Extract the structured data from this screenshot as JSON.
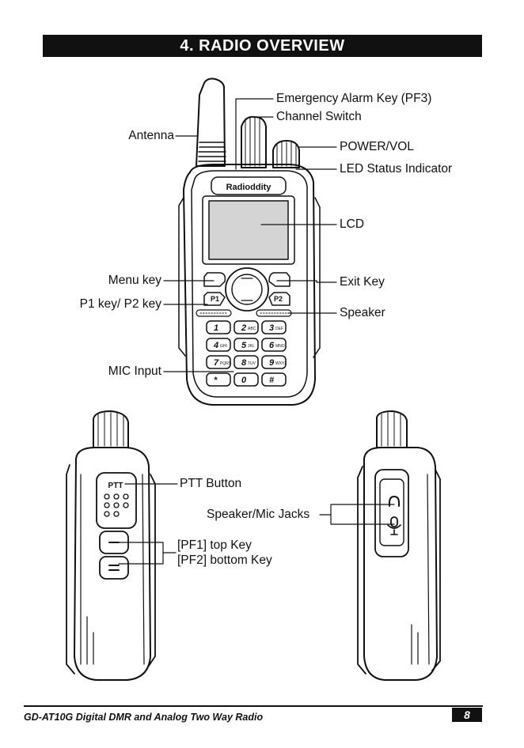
{
  "header": {
    "title": "4. RADIO OVERVIEW"
  },
  "front_labels": {
    "emergency": "Emergency Alarm Key (PF3)",
    "channel_switch": "Channel Switch",
    "antenna": "Antenna",
    "power_vol": "POWER/VOL",
    "led": "LED Status Indicator",
    "lcd": "LCD",
    "menu_key": "Menu key",
    "exit_key": "Exit Key",
    "p1p2": "P1 key/ P2 key",
    "speaker": "Speaker",
    "mic_input": "MIC Input",
    "brand": "Radioddity"
  },
  "keypad": {
    "soft_left": "P1",
    "soft_right": "P2",
    "keys": [
      "1",
      "2",
      "3",
      "4",
      "5",
      "6",
      "7",
      "8",
      "9",
      "*",
      "0",
      "#"
    ],
    "sub": [
      "",
      "ABC",
      "DEF",
      "GHI",
      "JKL",
      "MNO",
      "PQRS",
      "TUV",
      "WXYZ",
      "",
      "",
      ""
    ]
  },
  "side_labels": {
    "ptt": "PTT Button",
    "ptt_mark": "PTT",
    "jacks": "Speaker/Mic Jacks",
    "pf1": "[PF1] top Key",
    "pf2": "[PF2] bottom Key"
  },
  "footer": {
    "model": "GD-AT10G Digital DMR and Analog Two Way Radio",
    "page": "8"
  }
}
